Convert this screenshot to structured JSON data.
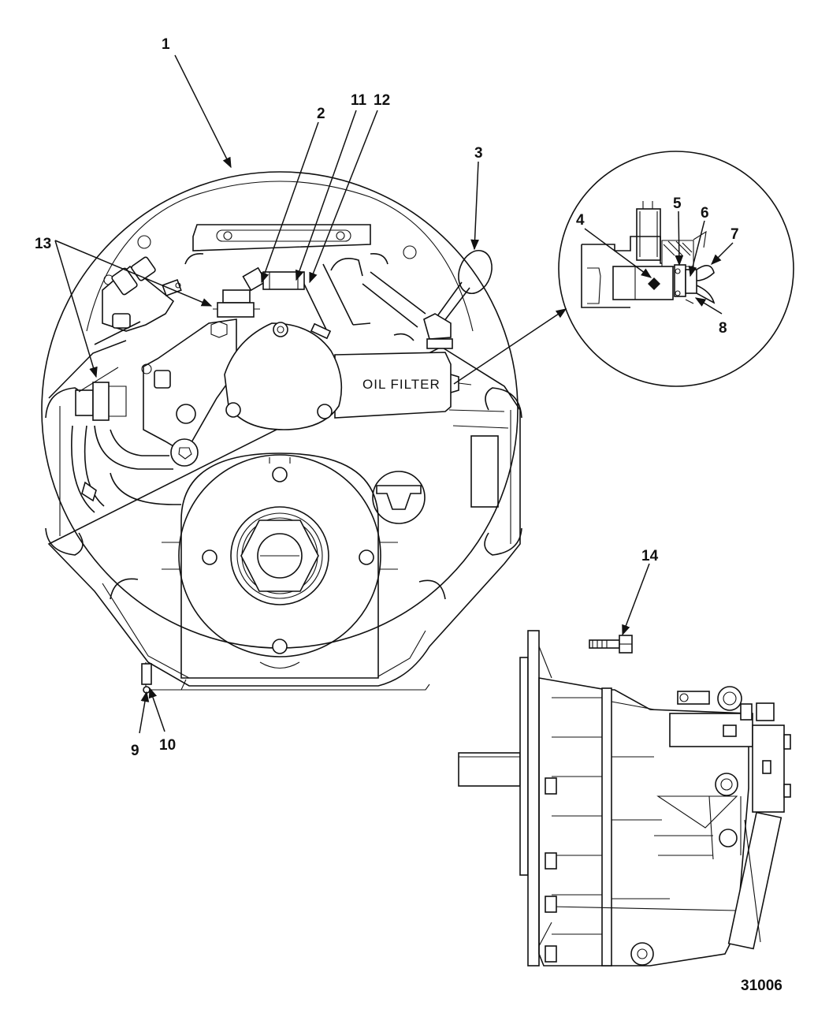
{
  "figure": {
    "reference_number": "31006",
    "housing_label": "OIL FILTER",
    "callouts": [
      "1",
      "2",
      "3",
      "4",
      "5",
      "6",
      "7",
      "8",
      "9",
      "10",
      "11",
      "12",
      "13",
      "14"
    ]
  }
}
